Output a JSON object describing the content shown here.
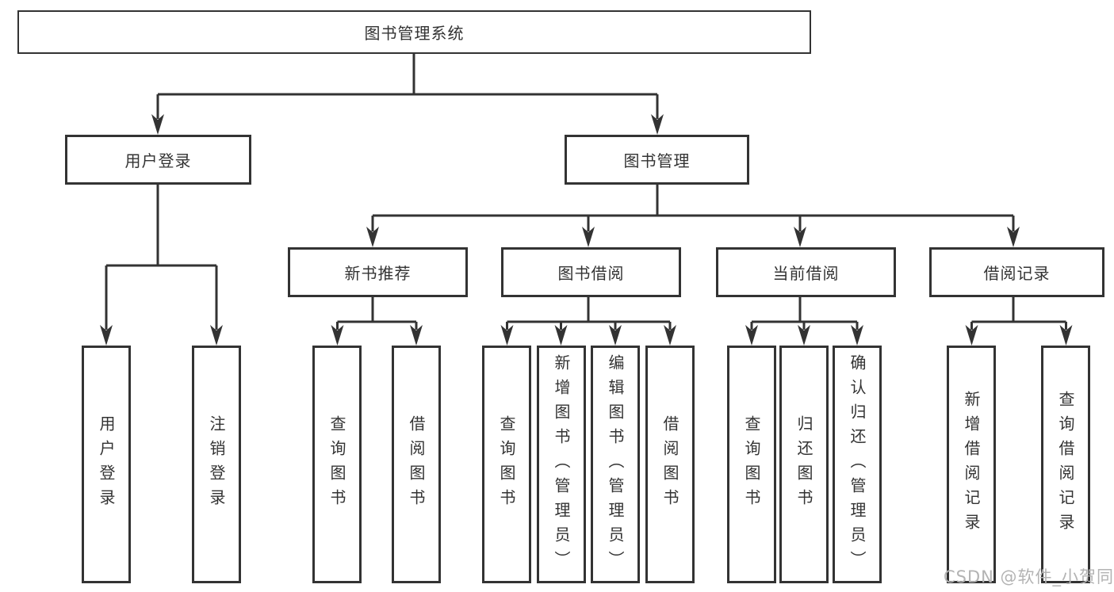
{
  "tree": {
    "label": "图书管理系统",
    "children": [
      {
        "label": "用户登录",
        "children": [
          {
            "label": "用户登录"
          },
          {
            "label": "注销登录"
          }
        ]
      },
      {
        "label": "图书管理",
        "children": [
          {
            "label": "新书推荐",
            "children": [
              {
                "label": "查询图书"
              },
              {
                "label": "借阅图书"
              }
            ]
          },
          {
            "label": "图书借阅",
            "children": [
              {
                "label": "查询图书"
              },
              {
                "label": "新增图书（管理员）"
              },
              {
                "label": "编辑图书（管理员）"
              },
              {
                "label": "借阅图书"
              }
            ]
          },
          {
            "label": "当前借阅",
            "children": [
              {
                "label": "查询图书"
              },
              {
                "label": "归还图书"
              },
              {
                "label": "确认归还（管理员）"
              }
            ]
          },
          {
            "label": "借阅记录",
            "children": [
              {
                "label": "新增借阅记录"
              },
              {
                "label": "查询借阅记录"
              }
            ]
          }
        ]
      }
    ]
  },
  "watermark": {
    "text": "CSDN @软件_小贺同学"
  },
  "colors": {
    "line": "#333333",
    "text": "#333333",
    "box_background": "#ffffff",
    "watermark": "#b3b3b3",
    "background": "#ffffff"
  }
}
